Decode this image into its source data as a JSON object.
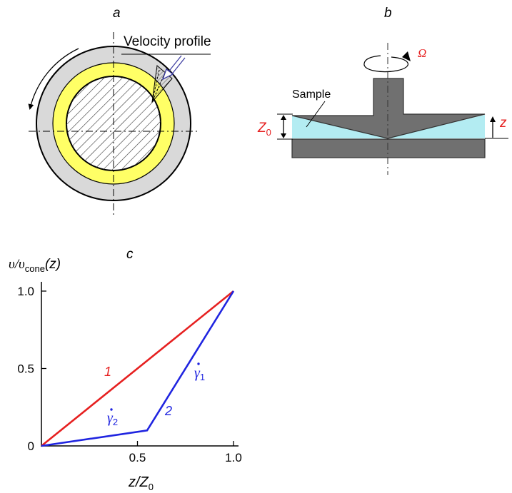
{
  "panel_a": {
    "label": "a",
    "velocity_profile_label": "Velocity profile",
    "colors": {
      "outer": "#d9d9d9",
      "gap": "#ffff66",
      "arrow": "#3a3aa0"
    }
  },
  "panel_b": {
    "label": "b",
    "omega": "Ω",
    "sample_label": "Sample",
    "z0_main": "Z",
    "z0_sub": "0",
    "z_label": "z",
    "colors": {
      "body": "#707070",
      "sample": "#b3ecf2",
      "red": "#e62020"
    }
  },
  "panel_c": {
    "label": "c",
    "ylabel": {
      "v": "υ/υ",
      "sub": "cone",
      "tail": "(z)"
    },
    "xlabel": {
      "z": "z/Z",
      "sub": "0"
    },
    "curve1_label": "1",
    "curve2_label": "2",
    "gamma1": {
      "main": "γ",
      "sub": "1"
    },
    "gamma2": {
      "main": "γ",
      "sub": "2"
    },
    "colors": {
      "curve1": "#e62020",
      "curve2": "#1f24e0"
    }
  },
  "chart_data": {
    "type": "line",
    "xlabel": "z/Z0",
    "ylabel": "υ/υcone(z)",
    "xlim": [
      0,
      1.0
    ],
    "ylim": [
      0,
      1.0
    ],
    "xticks": [
      0,
      0.5,
      1.0
    ],
    "xtick_labels": [
      "0",
      "0.5",
      "1.0"
    ],
    "yticks": [
      0,
      0.5,
      1.0
    ],
    "ytick_labels": [
      "0",
      "0.5",
      "1.0"
    ],
    "grid": false,
    "series": [
      {
        "name": "1",
        "x": [
          0,
          1.0
        ],
        "y": [
          0,
          1.0
        ]
      },
      {
        "name": "2",
        "x": [
          0,
          0.55,
          1.0
        ],
        "y": [
          0,
          0.1,
          1.0
        ]
      }
    ]
  }
}
